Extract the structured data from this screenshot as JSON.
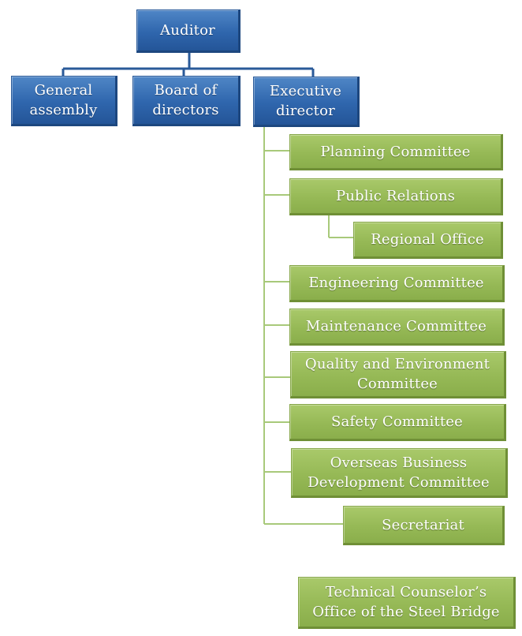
{
  "nodes": {
    "auditor": "Auditor",
    "general_assembly": "General\nassembly",
    "board_of_directors": "Board of\ndirectors",
    "executive_director": "Executive\ndirector",
    "planning_committee": "Planning Committee",
    "public_relations": "Public Relations",
    "regional_office": "Regional Office",
    "engineering_committee": "Engineering Committee",
    "maintenance_committee": "Maintenance Committee",
    "quality_environment_committee": "Quality and Environment\nCommittee",
    "safety_committee": "Safety Committee",
    "overseas_business_committee": "Overseas Business\nDevelopment Committee",
    "secretariat": "Secretariat",
    "technical_counselor": "Technical Counselor’s\nOffice of the Steel Bridge"
  },
  "colors": {
    "top_level": "#2f66ad",
    "committee": "#96b956",
    "connector_top": "#2a5a99",
    "connector_committee": "#a8c97a"
  }
}
